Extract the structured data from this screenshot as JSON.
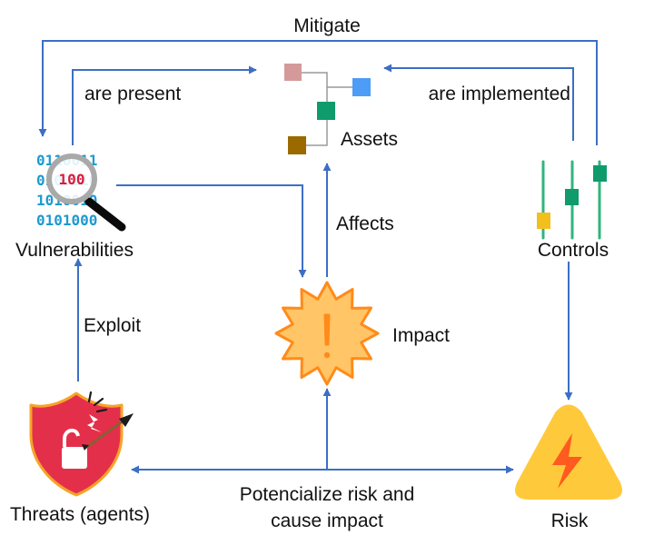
{
  "diagram": {
    "nodes": {
      "vulnerabilities": "Vulnerabilities",
      "assets": "Assets",
      "controls": "Controls",
      "impact": "Impact",
      "threats": "Threats (agents)",
      "risk": "Risk"
    },
    "edges": {
      "mitigate": "Mitigate",
      "are_present": "are present",
      "are_implemented": "are implemented",
      "affects": "Affects",
      "exploit": "Exploit",
      "potencialize_line1": "Potencialize risk and",
      "potencialize_line2": "cause impact"
    },
    "vulnerability_icon": {
      "bits": [
        "0110011",
        "0100110",
        "1010010",
        "0101000"
      ],
      "highlight": "100"
    },
    "icons": {
      "vulnerabilities": "binary-magnifier-icon",
      "assets": "asset-tree-icon",
      "controls": "sliders-icon",
      "impact": "warning-burst-icon",
      "threats": "shield-lock-arrow-icon",
      "risk": "warning-triangle-bolt-icon"
    },
    "colors": {
      "arrow": "#3c6fc4",
      "asset_pink": "#d49a9a",
      "asset_blue": "#4d9cf5",
      "asset_green": "#0f9b6c",
      "asset_brown": "#9a6a00",
      "slider_green": "#2fb57e",
      "slider_yellow": "#f2c01d",
      "impact_fill": "#ffc566",
      "impact_stroke": "#ff8b1a",
      "shield_red": "#e42f4a",
      "risk_yellow": "#ffc93c",
      "bolt_orange": "#ff5a1f"
    }
  }
}
